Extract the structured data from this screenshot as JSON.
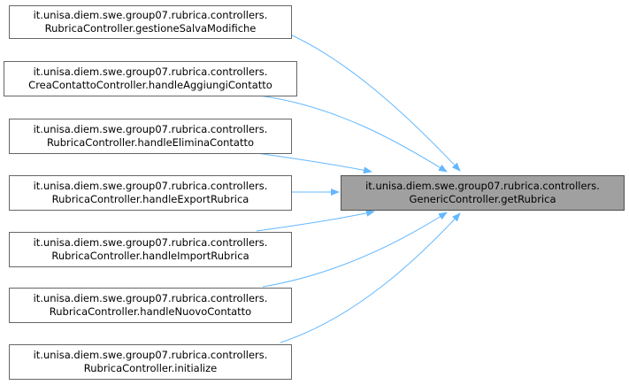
{
  "diagram": {
    "target": {
      "line1": "it.unisa.diem.swe.group07.rubrica.controllers.",
      "line2": "GenericController.getRubrica"
    },
    "callers": [
      {
        "line1": "it.unisa.diem.swe.group07.rubrica.controllers.",
        "line2": "RubricaController.gestioneSalvaModifiche"
      },
      {
        "line1": "it.unisa.diem.swe.group07.rubrica.controllers.",
        "line2": "CreaContattoController.handleAggiungiContatto"
      },
      {
        "line1": "it.unisa.diem.swe.group07.rubrica.controllers.",
        "line2": "RubricaController.handleEliminaContatto"
      },
      {
        "line1": "it.unisa.diem.swe.group07.rubrica.controllers.",
        "line2": "RubricaController.handleExportRubrica"
      },
      {
        "line1": "it.unisa.diem.swe.group07.rubrica.controllers.",
        "line2": "RubricaController.handleImportRubrica"
      },
      {
        "line1": "it.unisa.diem.swe.group07.rubrica.controllers.",
        "line2": "RubricaController.handleNuovoContatto"
      },
      {
        "line1": "it.unisa.diem.swe.group07.rubrica.controllers.",
        "line2": "RubricaController.initialize"
      }
    ],
    "colors": {
      "edge": "#63b8ff",
      "target_fill": "#a0a0a0",
      "node_border": "#666666"
    }
  }
}
